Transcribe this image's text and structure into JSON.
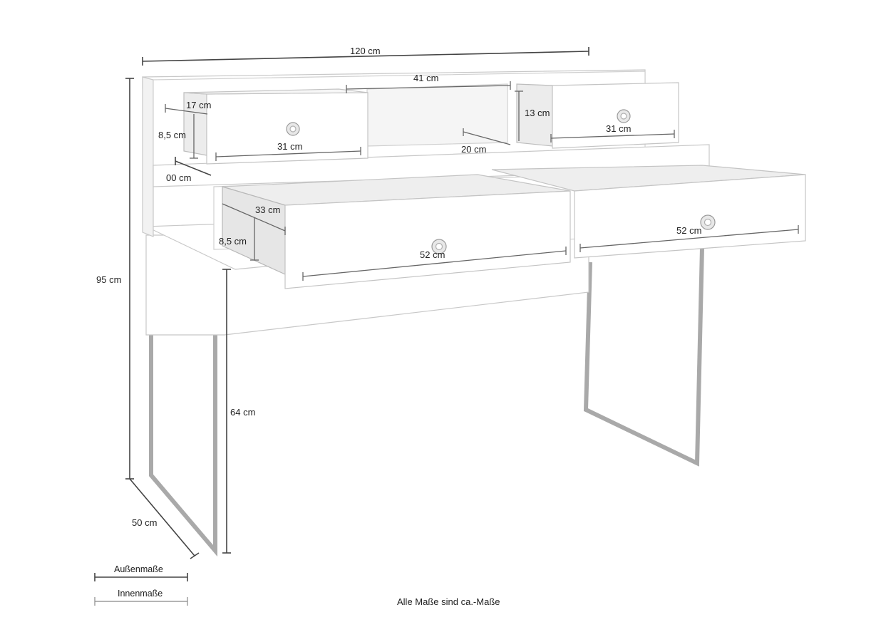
{
  "dimensions": {
    "width": "120 cm",
    "height": "95 cm",
    "depth": "50 cm",
    "leg_height": "64 cm",
    "open_shelf_width": "41 cm",
    "open_shelf_depth": "20 cm",
    "top_drawer_left_depth": "17 cm",
    "top_drawer_left_height": "8,5 cm",
    "top_drawer_left_width": "31 cm",
    "top_drawer_right_height": "13 cm",
    "top_drawer_right_width": "31 cm",
    "riser_depth": "00 cm",
    "lower_drawer_depth": "33 cm",
    "lower_drawer_height": "8,5 cm",
    "lower_drawer_left_width": "52 cm",
    "lower_drawer_right_width": "52 cm"
  },
  "legend": {
    "outer": "Außenmaße",
    "inner": "Innenmaße"
  },
  "note": "Alle Maße sind ca.-Maße",
  "colors": {
    "frame": "#a9a9a9",
    "panel_edge": "#bdbdbd",
    "dimension_line": "#444444",
    "inner_dimension_line": "#888888",
    "background": "#ffffff"
  }
}
